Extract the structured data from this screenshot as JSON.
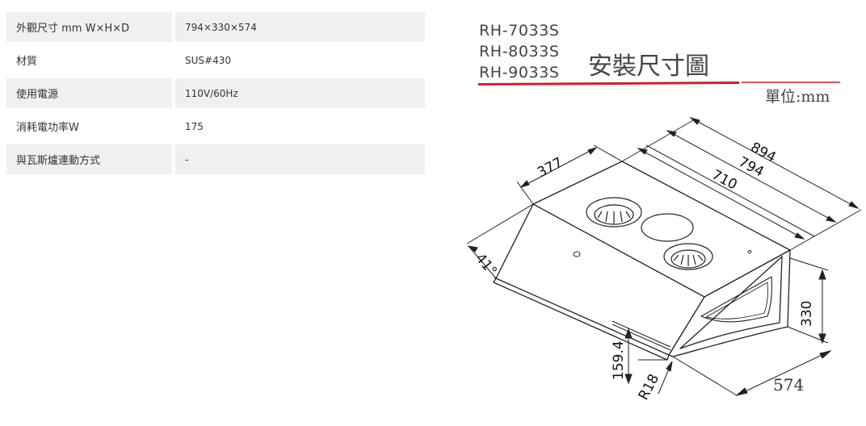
{
  "specs": [
    {
      "label": "外觀尺寸 mm W×H×D",
      "value": "794×330×574"
    },
    {
      "label": "材質",
      "value": "SUS#430"
    },
    {
      "label": "使用電源",
      "value": "110V/60Hz"
    },
    {
      "label": "消耗電功率W",
      "value": "175"
    },
    {
      "label": "與瓦斯爐連動方式",
      "value": "-"
    }
  ],
  "diagram": {
    "models": [
      "RH-7033S",
      "RH-8033S",
      "RH-9033S"
    ],
    "title": "安裝尺寸圖",
    "unit": "單位:mm",
    "accent_color": "#cc2229",
    "dimensions": {
      "width_outer": "894",
      "width_mid": "794",
      "width_inner": "710",
      "depth_top": "377",
      "angle": "41°",
      "height": "330",
      "depth": "574",
      "front_height": "159.4",
      "radius": "R18"
    }
  }
}
